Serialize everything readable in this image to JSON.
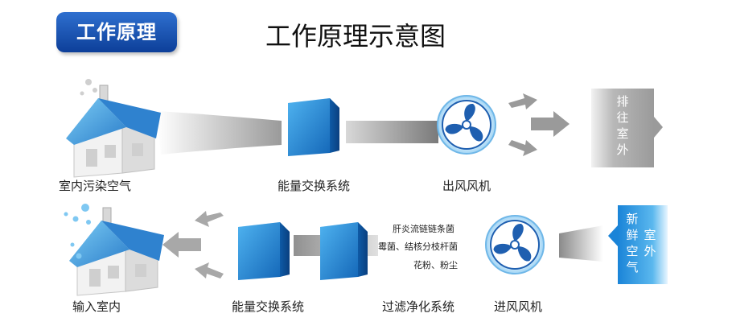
{
  "badge": {
    "text": "工作原理"
  },
  "title": "工作原理示意图",
  "top_row": {
    "house_label": "室内污染空气",
    "exchanger_label": "能量交换系统",
    "fan_label": "出风风机",
    "exit_label": [
      "排",
      "往",
      "室",
      "外"
    ]
  },
  "bottom_row": {
    "house_label": "输入室内",
    "exchanger_label": "能量交换系统",
    "filter_label": "过滤净化系统",
    "fan_label": "进风风机",
    "fresh_label": [
      "新",
      "鲜",
      "室",
      "空",
      "外",
      "气"
    ],
    "filter_items": [
      "肝炎流链链条菌",
      "霉菌、结核分枝杆菌",
      "花粉、粉尘"
    ]
  },
  "colors": {
    "badge_blue": "#1d5bbd",
    "cube_blue": "#1e78c8",
    "fan_blue": "#1f5fb0",
    "fresh_air_blue": "#2a96e0",
    "exit_gray": "#a0a0a0"
  }
}
